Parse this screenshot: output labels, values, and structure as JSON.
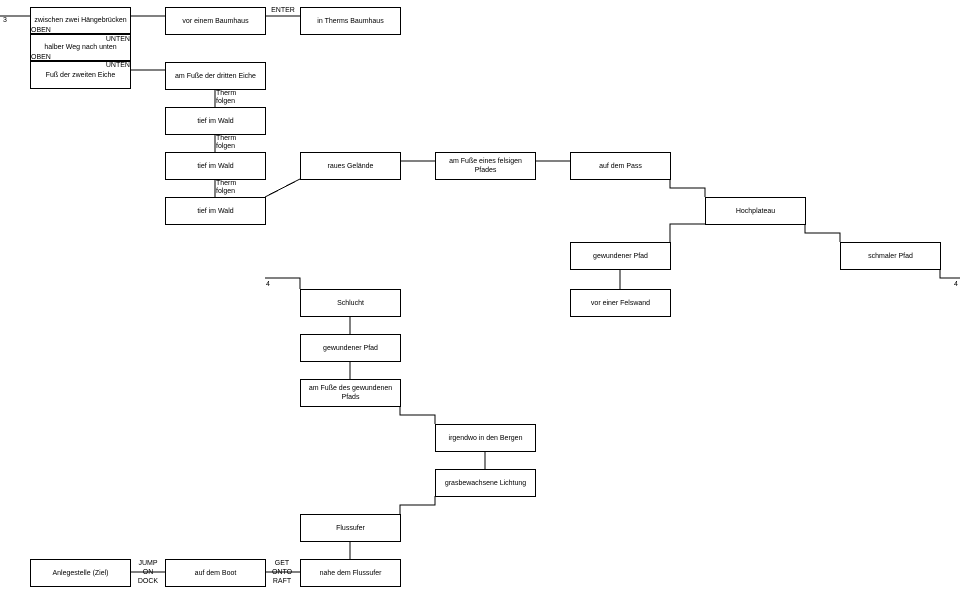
{
  "rooms": {
    "r1": "zwischen zwei Hängebrücken",
    "r2": "halber Weg nach unten",
    "r3": "Fuß der zweiten Eiche",
    "r4": "vor einem Baumhaus",
    "r5": "in Therms Baumhaus",
    "r6": "am Fuße der dritten Eiche",
    "r7": "tief im Wald",
    "r8": "tief im Wald",
    "r9": "tief im Wald",
    "r10": "raues Gelände",
    "r11": "am Fuße eines felsigen Pfades",
    "r12": "auf dem Pass",
    "r13": "Hochplateau",
    "r14": "gewundener Pfad",
    "r15": "vor einer Felswand",
    "r16": "schmaler Pfad",
    "r17": "Schlucht",
    "r18": "gewundener Pfad",
    "r19": "am Fuße des gewundenen Pfads",
    "r20": "irgendwo in den Bergen",
    "r21": "grasbewachsene Lichtung",
    "r22": "Flussufer",
    "r23": "nahe dem Flussufer",
    "r24": "auf dem Boot",
    "r25": "Anlegestelle (Ziel)"
  },
  "labels": {
    "page3": "3",
    "page4_left": "4",
    "page4_right": "4",
    "oben1": "OBEN",
    "unten1": "UNTEN",
    "oben2": "OBEN",
    "unten2": "UNTEN",
    "enter": "ENTER",
    "therm1": "Therm folgen",
    "therm2": "Therm folgen",
    "therm3": "Therm folgen",
    "jump1": "JUMP",
    "jump2": "ON",
    "jump3": "DOCK",
    "get1": "GET",
    "get2": "ONTO",
    "get3": "RAFT"
  }
}
